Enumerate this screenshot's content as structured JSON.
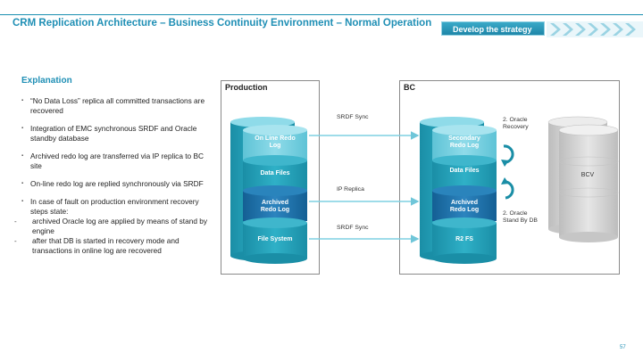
{
  "header": {
    "title": "CRM Replication Architecture – Business Continuity Environment – Normal Operation",
    "tag": "Develop the strategy"
  },
  "explanation": {
    "title": "Explanation",
    "bullets": [
      "“No Data Loss” replica all committed transactions are recovered",
      "Integration of EMC synchronous SRDF and Oracle standby database",
      "Archived redo log are transferred via IP replica to BC site",
      "On-line redo log are replied synchronously via SRDF",
      "In case of fault on production environment recovery steps state:"
    ],
    "sub_bullets": [
      "archived Oracle log are applied by means of stand by engine",
      "after that DB is started in recovery mode and transactions in online log are recovered"
    ]
  },
  "diagram": {
    "production": {
      "title": "Production",
      "online_redo": "On Line Redo Log",
      "data_files": "Data Files",
      "archived_redo": "Archived Redo Log",
      "file_system": "File System"
    },
    "bc": {
      "title": "BC",
      "secondary_redo": "Secondary Redo Log",
      "data_files": "Data Files",
      "archived_redo": "Archived Redo Log",
      "r2_fs": "R2 FS",
      "bcv": "BCV",
      "oracle_recovery": "2. Oracle Recovery",
      "oracle_standby": "2. Oracle Stand By DB"
    },
    "links": {
      "srdf_sync_top": "SRDF Sync",
      "ip_replica": "IP Replica",
      "srdf_sync_bottom": "SRDF Sync"
    }
  },
  "colors": {
    "accent": "#1f8fb5",
    "teal_dark": "#1a8ea6",
    "teal_light": "#7fd3e3",
    "blue_dark": "#1d6fa8",
    "grey_cyl": "#d4d4d4"
  },
  "footer": {
    "page_number": "57"
  }
}
